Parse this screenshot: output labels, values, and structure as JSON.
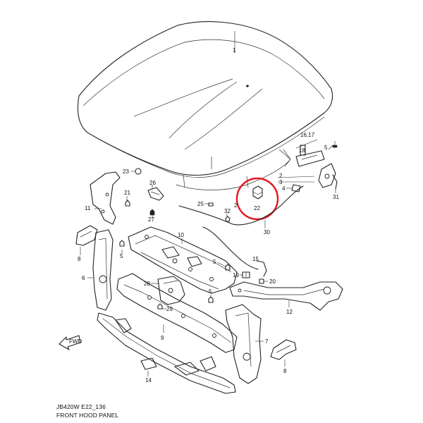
{
  "diagram": {
    "code": "JB420W E22_136",
    "title": "FRONT HOOD PANEL",
    "fwd_label": "FWD",
    "highlight_color": "#e0191f",
    "callouts": [
      "1",
      "16,17",
      "5",
      "18",
      "2",
      "3",
      "4",
      "31",
      "2",
      "22",
      "23",
      "26",
      "21",
      "11",
      "25",
      "32",
      "27",
      "10",
      "30",
      "8",
      "5",
      "15",
      "6",
      "5",
      "19",
      "20",
      "28",
      "29",
      "12",
      "5",
      "9",
      "7",
      "8",
      "14"
    ]
  }
}
